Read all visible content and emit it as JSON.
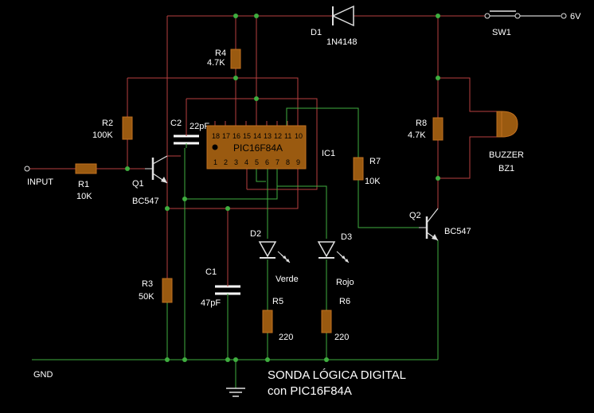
{
  "labels": {
    "d1": "D1",
    "d1_value": "1N4148",
    "sw1": "SW1",
    "supply": "6V",
    "r4": "R4",
    "r4_value": "4.7K",
    "r2": "R2",
    "r2_value": "100K",
    "c2": "C2",
    "c2_value": "22pF",
    "ic1": "IC1",
    "ic1_name": "PIC16F84A",
    "r8": "R8",
    "r8_value": "4.7K",
    "buzzer": "BUZZER",
    "bz1": "BZ1",
    "input": "INPUT",
    "r1": "R1",
    "r1_value": "10K",
    "q1": "Q1",
    "q1_value": "BC547",
    "r7": "R7",
    "r7_value": "10K",
    "q2": "Q2",
    "q2_value": "BC547",
    "d2": "D2",
    "d2_color": "Verde",
    "d3": "D3",
    "d3_color": "Rojo",
    "r3": "R3",
    "r3_value": "50K",
    "c1": "C1",
    "c1_value": "47pF",
    "r5": "R5",
    "r5_value": "220",
    "r6": "R6",
    "r6_value": "220",
    "gnd": "GND",
    "title_line1": "SONDA LÓGICA DIGITAL",
    "title_line2": "con PIC16F84A"
  },
  "ic_pins_top": [
    "18",
    "17",
    "16",
    "15",
    "14",
    "13",
    "12",
    "11",
    "10"
  ],
  "ic_pins_bottom": [
    "1",
    "2",
    "3",
    "4",
    "5",
    "6",
    "7",
    "8",
    "9"
  ],
  "colors": {
    "wire_red": "#b84040",
    "wire_green": "#3fae3f",
    "component_body": "#9a5a10",
    "ic_body": "#9a5a10"
  }
}
